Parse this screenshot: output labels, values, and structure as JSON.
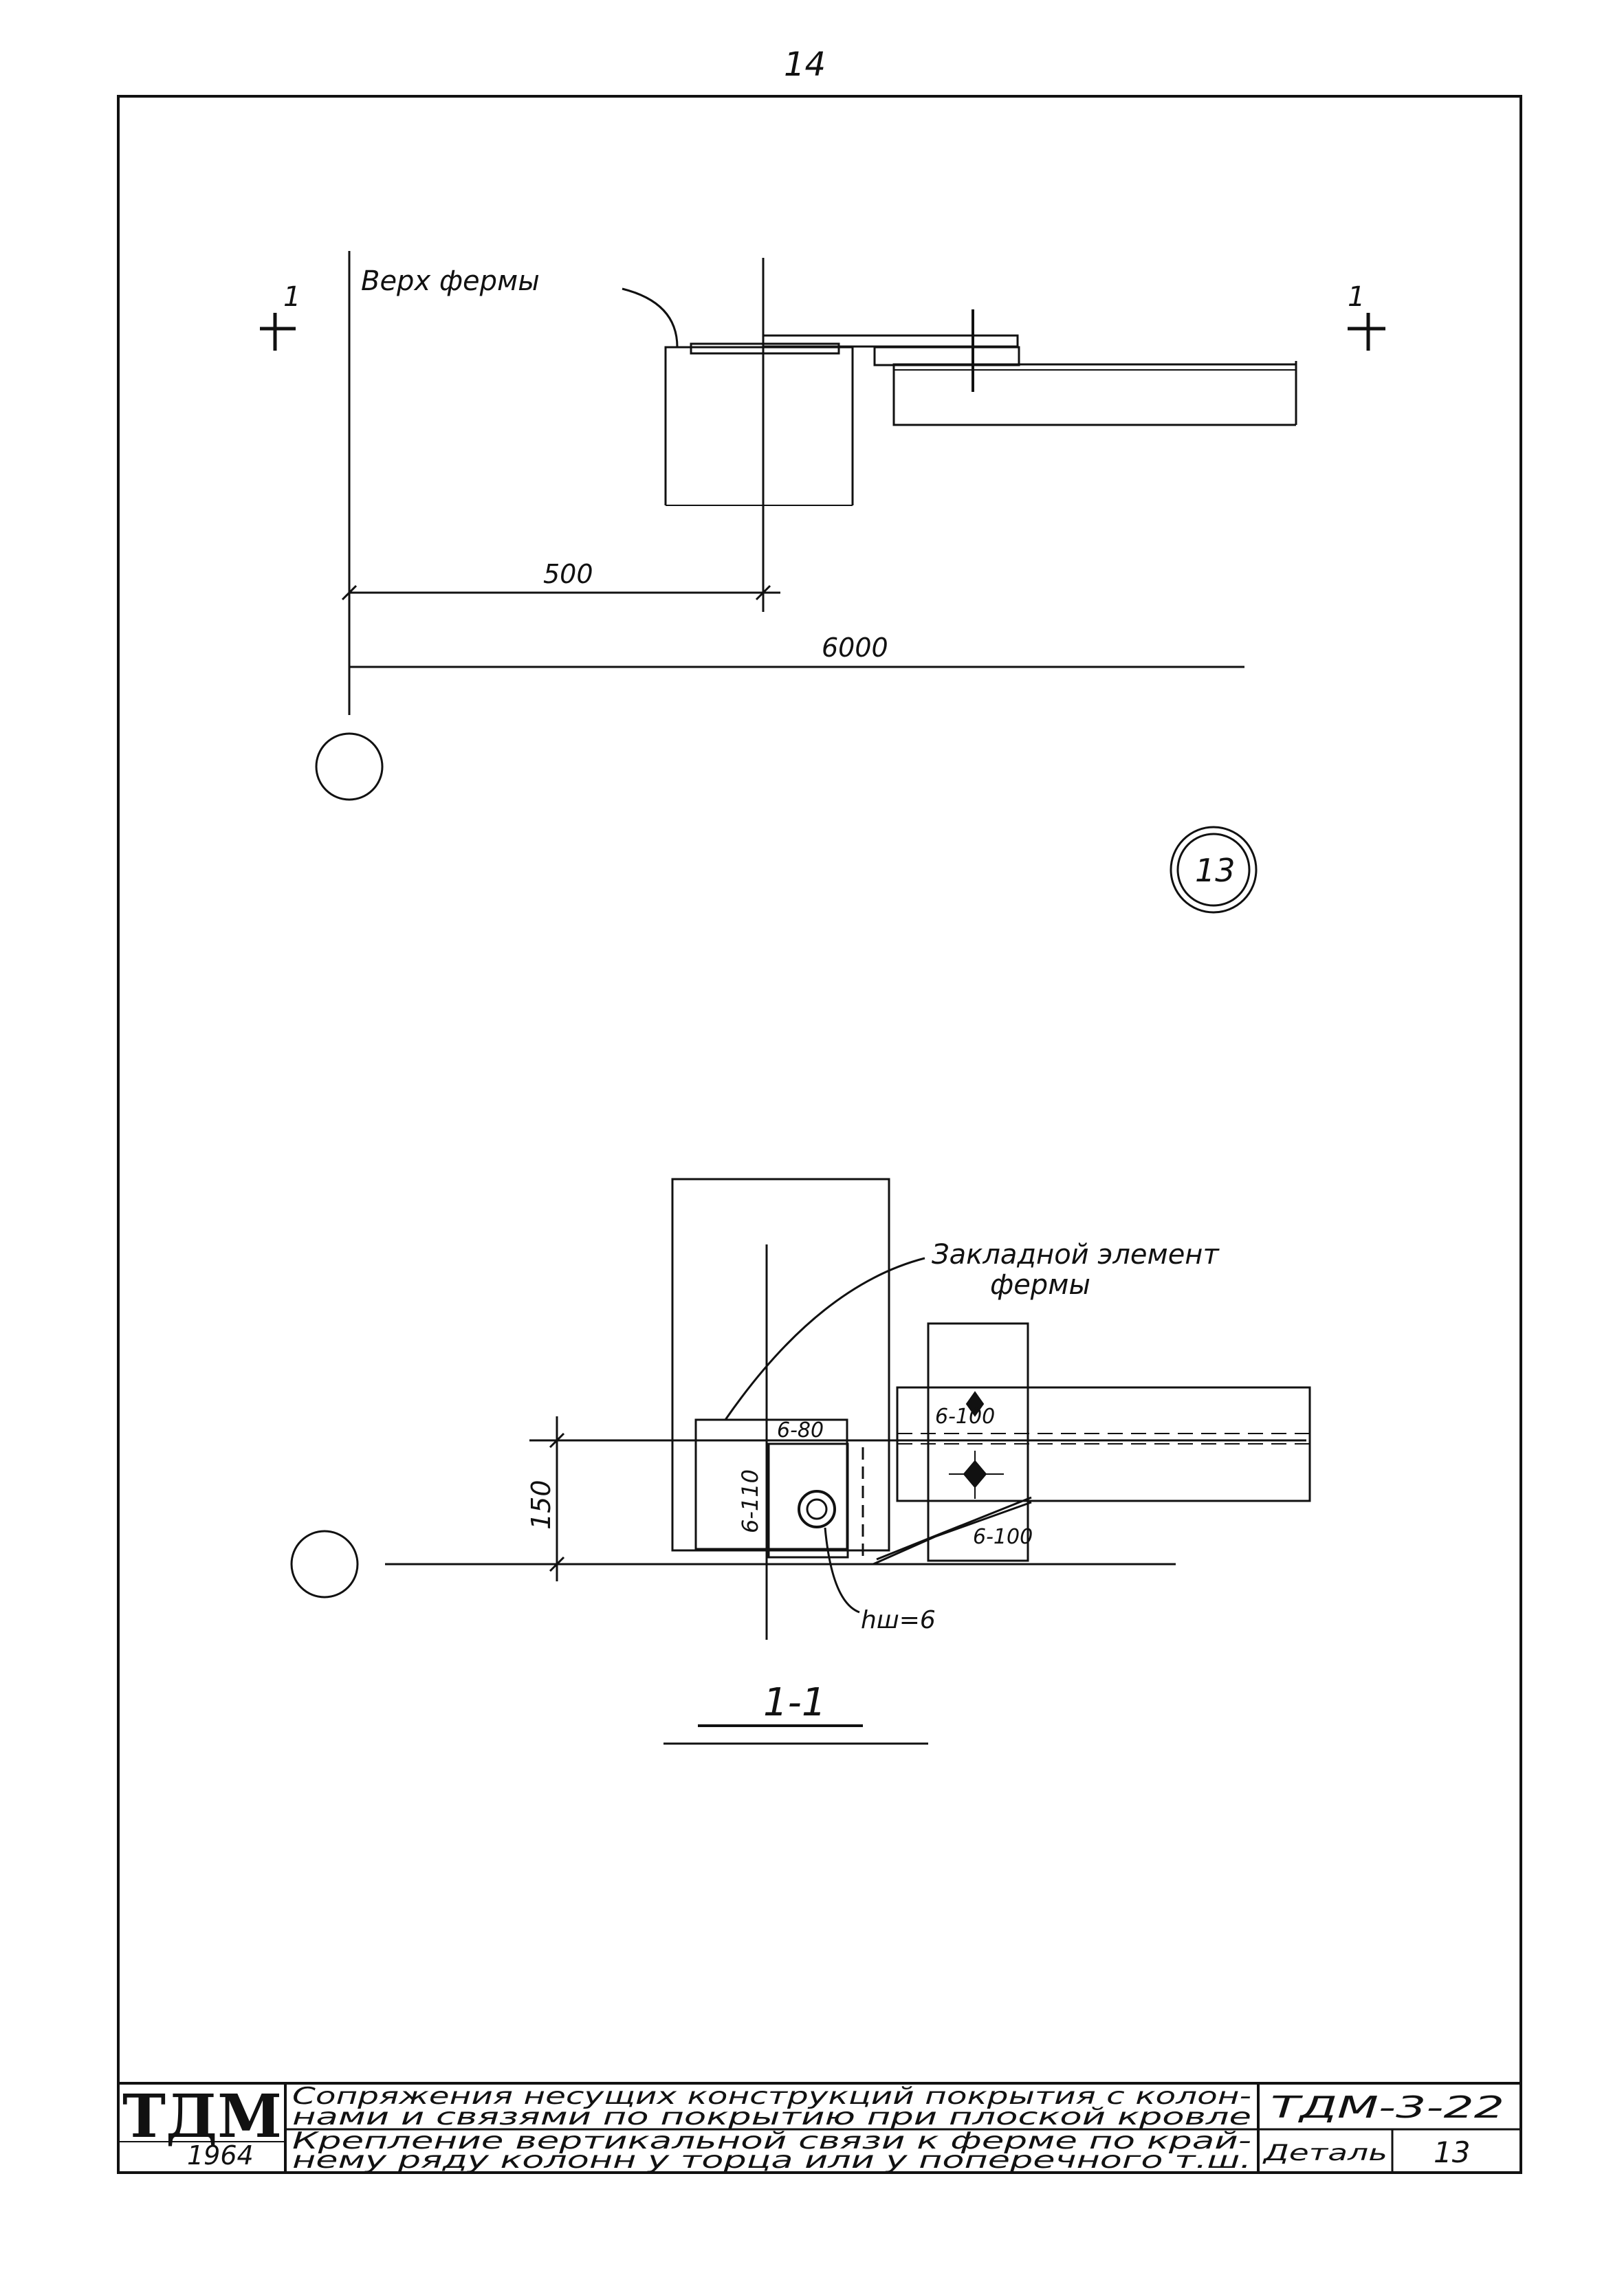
{
  "page_number": "14",
  "plan_view": {
    "label_top": "Верх фермы",
    "section_marker_left": "1",
    "section_marker_right": "1",
    "dimension_small": "500",
    "dimension_large": "6000"
  },
  "detail_marker": "13",
  "section_view": {
    "label_embedded": "Закладной элемент фермы",
    "label_embedded_line1": "Закладной элемент",
    "label_embedded_line2": "фермы",
    "dimension_height": "150",
    "weld_top_left": "6-80",
    "weld_left": "6-110",
    "weld_top_right": "6-100",
    "weld_bottom_right": "6-100",
    "weld_leg": "hш=6",
    "section_title": "1-1"
  },
  "title_block": {
    "logo": "ТДМ",
    "year": "1964",
    "title_line1": "Сопряжения несущих конструкций покрытия с колон-",
    "title_line2": "нами и связями по покрытию при плоской кровле",
    "subtitle_line1": "Крепление вертикальной связи к ферме по край-",
    "subtitle_line2": "нему ряду колонн у торца или у поперечного т.ш.",
    "series": "ТДМ-3-22",
    "detail_label": "Деталь",
    "detail_number": "13"
  }
}
